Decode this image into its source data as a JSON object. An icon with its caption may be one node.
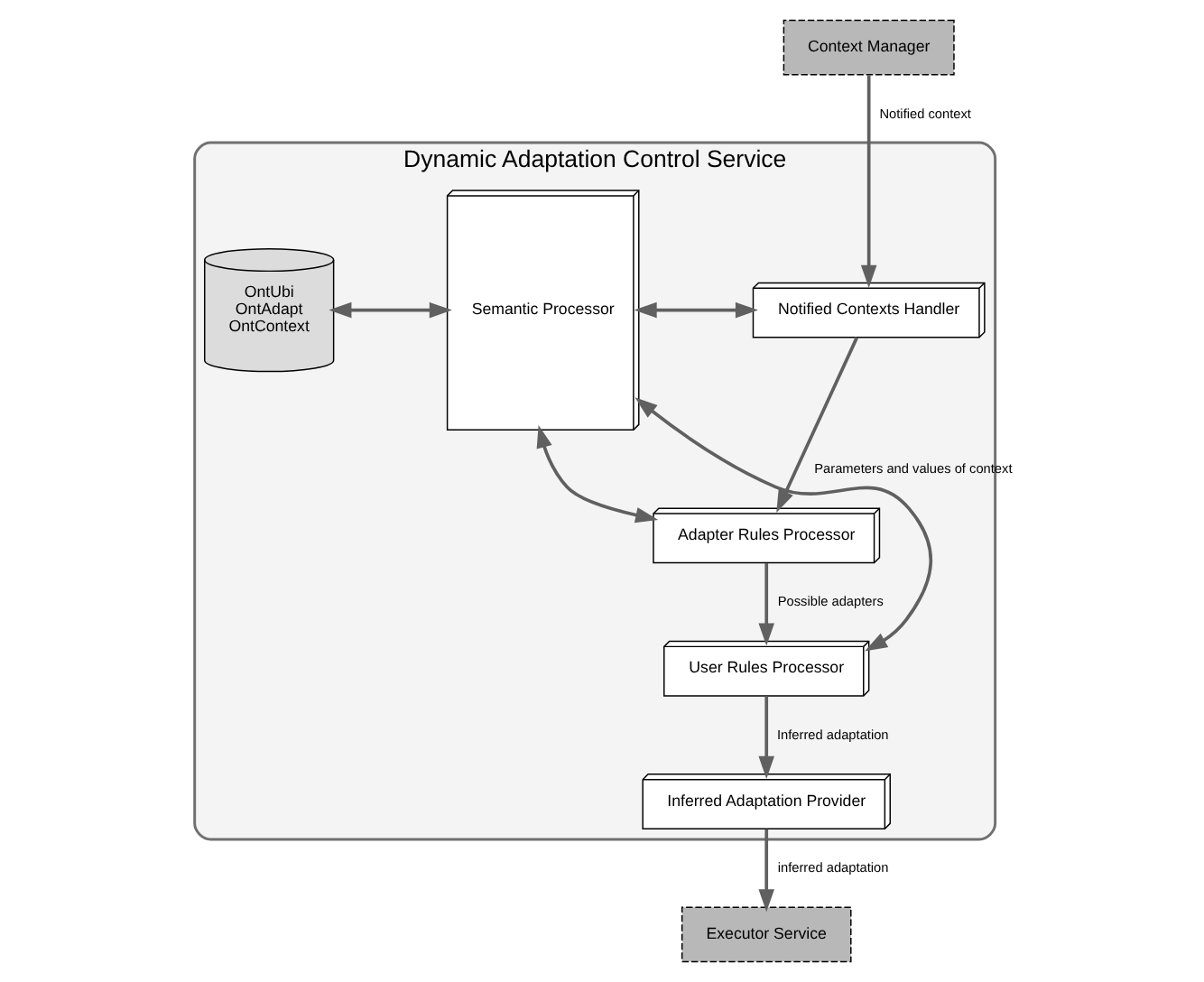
{
  "diagram": {
    "nodes": [
      {
        "text": [
          "Dynamic Adaptation Control Service"
        ]
      },
      {
        "text": [
          "Context Manager"
        ]
      },
      {
        "text": [
          "Notified Contexts Handler"
        ],
        "in": 0
      },
      {
        "text": [
          "Adapter Rules Processor"
        ],
        "in": 0
      },
      {
        "text": [
          "User Rules Processor"
        ],
        "in": 0
      },
      {
        "text": [
          "Inferred Adaptation Provider"
        ],
        "in": 0
      },
      {
        "text": [
          "Semantic Processor"
        ],
        "in": 0
      },
      {
        "text": [
          "OntUbi",
          "OntAdapt",
          "OntContext"
        ],
        "in": 0
      },
      {
        "text": [
          "Executor Service"
        ]
      }
    ],
    "edges": [
      {
        "from": 1,
        "to": 2,
        "arrow": "to",
        "label": "Notified context"
      },
      {
        "from": 2,
        "to": 3,
        "arrow": "to",
        "label": "Parameters and values of context"
      },
      {
        "from": 3,
        "to": 4,
        "arrow": "to",
        "label": "Possible adapters"
      },
      {
        "from": 4,
        "to": 5,
        "arrow": "to",
        "label": "Inferred adaptation"
      },
      {
        "from": 5,
        "to": 8,
        "arrow": "to",
        "label": "inferred adaptation"
      },
      {
        "from": 2,
        "to": 6,
        "arrow": "both"
      },
      {
        "from": 3,
        "to": 6,
        "arrow": "both"
      },
      {
        "from": 4,
        "to": 6,
        "arrow": "both"
      },
      {
        "from": 7,
        "to": 6,
        "arrow": "both"
      }
    ]
  }
}
